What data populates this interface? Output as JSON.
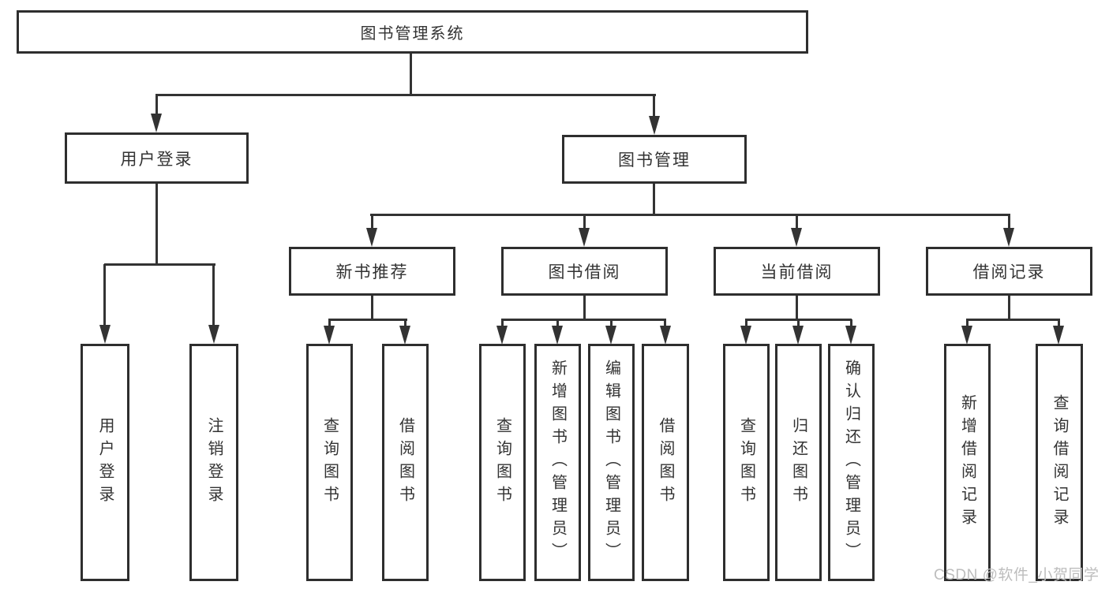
{
  "diagram": {
    "root": {
      "label": "图书管理系统"
    },
    "level2": [
      {
        "id": "user-login",
        "label": "用户登录"
      },
      {
        "id": "book-management",
        "label": "图书管理"
      }
    ],
    "level3": [
      {
        "id": "new-book-recommend",
        "label": "新书推荐"
      },
      {
        "id": "book-borrow",
        "label": "图书借阅"
      },
      {
        "id": "current-borrow",
        "label": "当前借阅"
      },
      {
        "id": "borrow-record",
        "label": "借阅记录"
      }
    ],
    "leaves": [
      {
        "id": "leaf-user-login",
        "label": "用户登录"
      },
      {
        "id": "leaf-logout",
        "label": "注销登录"
      },
      {
        "id": "leaf-query-book-1",
        "label": "查询图书"
      },
      {
        "id": "leaf-borrow-book-1",
        "label": "借阅图书"
      },
      {
        "id": "leaf-query-book-2",
        "label": "查询图书"
      },
      {
        "id": "leaf-add-book-admin",
        "label": "新增图书（管理员）"
      },
      {
        "id": "leaf-edit-book-admin",
        "label": "编辑图书（管理员）"
      },
      {
        "id": "leaf-borrow-book-2",
        "label": "借阅图书"
      },
      {
        "id": "leaf-query-book-3",
        "label": "查询图书"
      },
      {
        "id": "leaf-return-book",
        "label": "归还图书"
      },
      {
        "id": "leaf-confirm-return-admin",
        "label": "确认归还（管理员）"
      },
      {
        "id": "leaf-add-borrow-record",
        "label": "新增借阅记录"
      },
      {
        "id": "leaf-query-borrow-record",
        "label": "查询借阅记录"
      }
    ]
  },
  "watermark": {
    "text": "CSDN @软件_小贺同学"
  },
  "colors": {
    "line": "#333333",
    "border": "#2e2e2e",
    "text": "#333333",
    "watermark": "#bdbdbd",
    "background": "#ffffff"
  }
}
